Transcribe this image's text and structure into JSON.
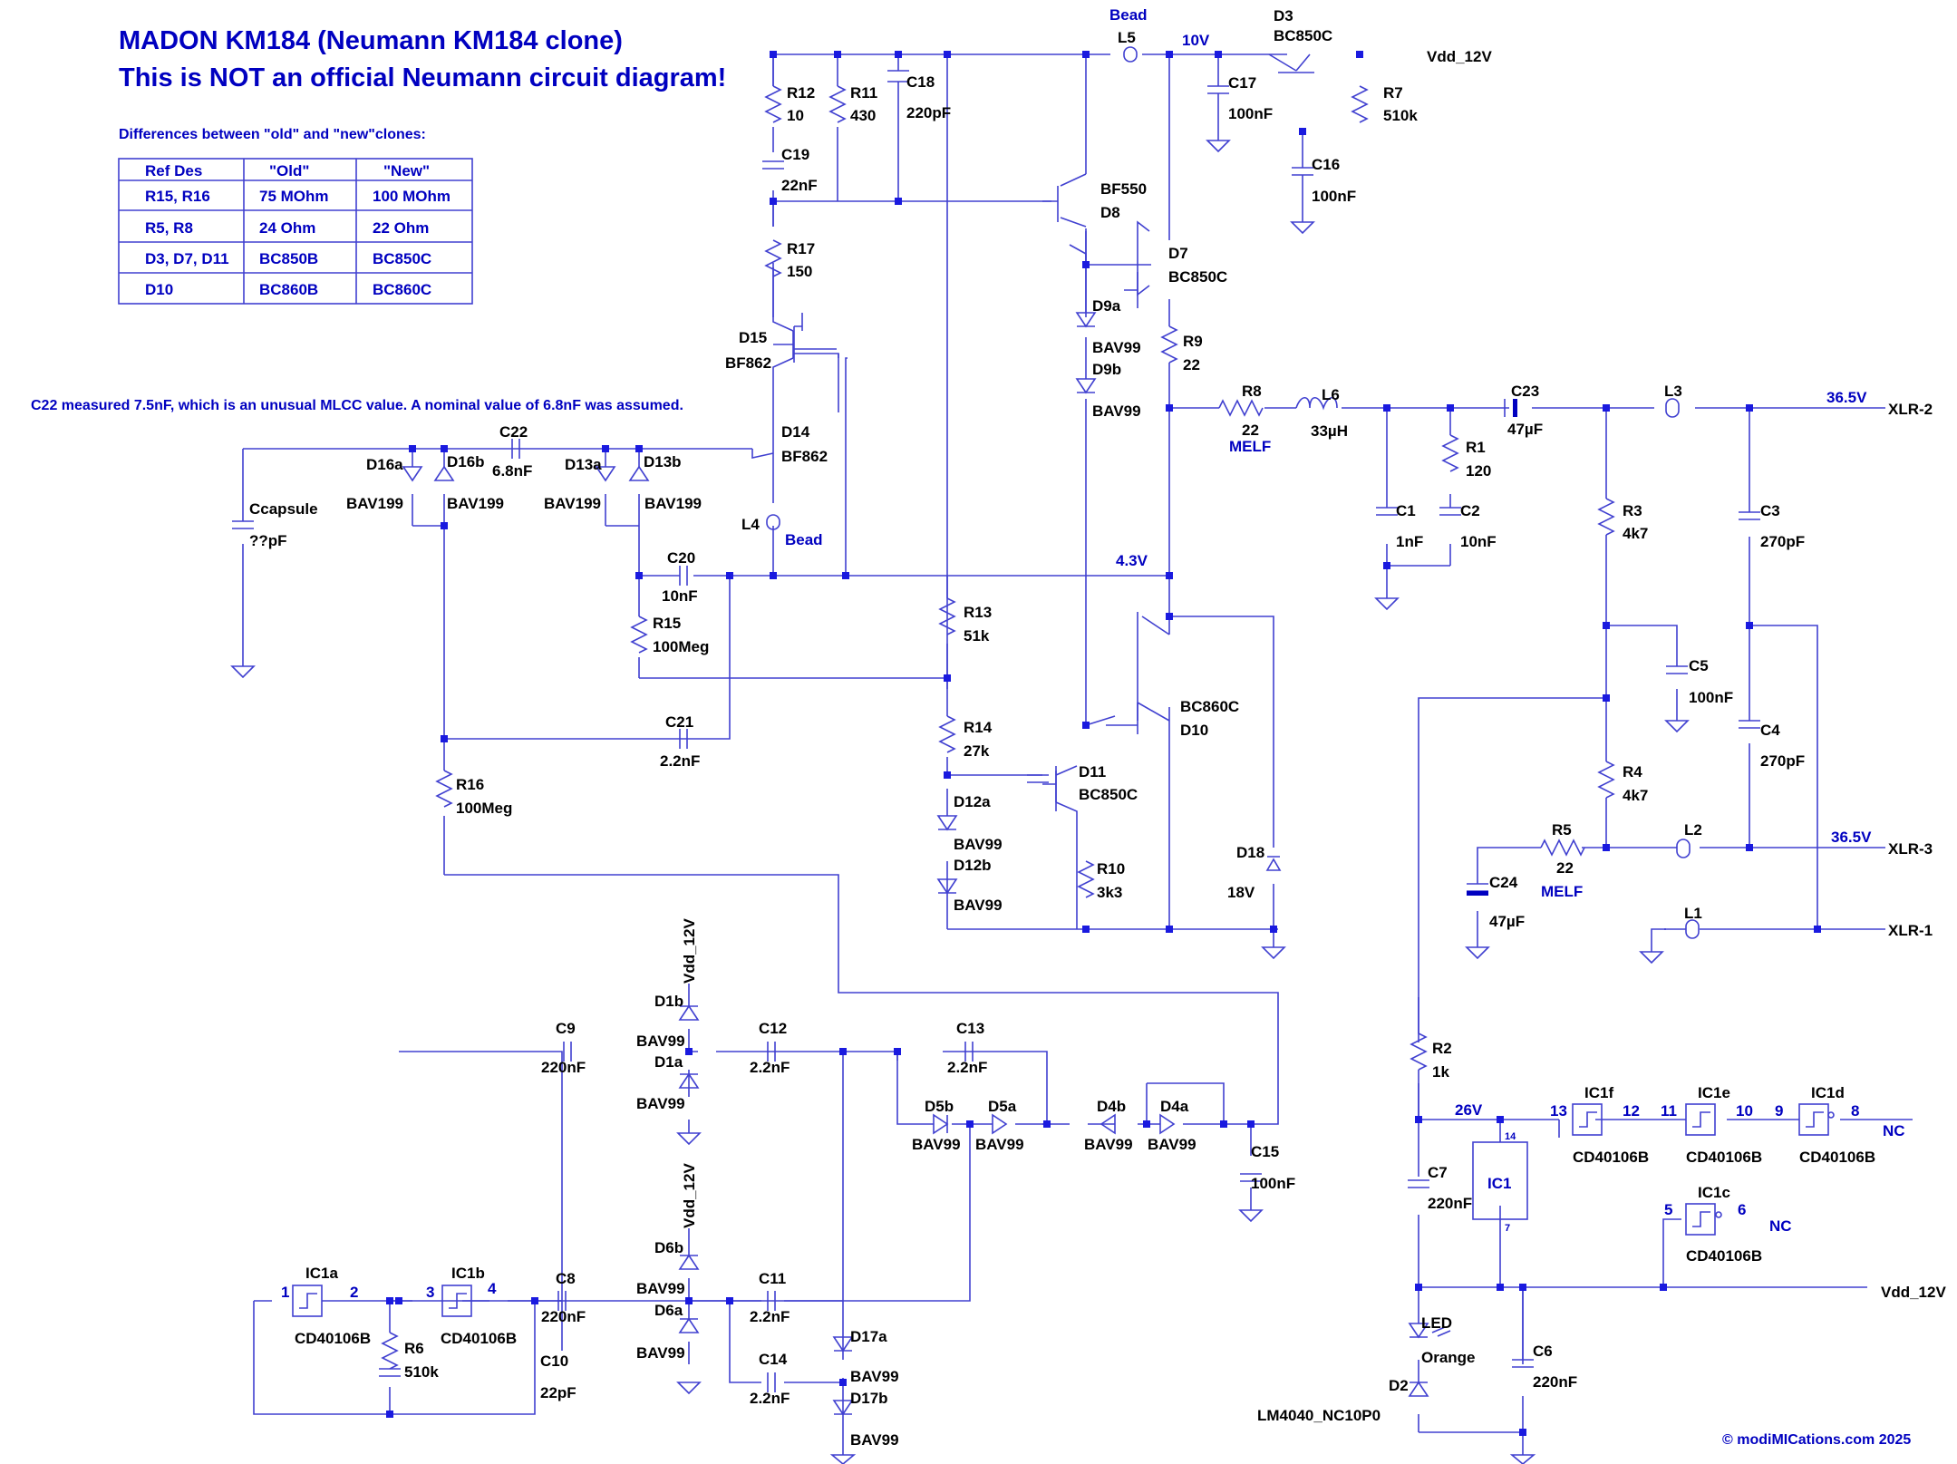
{
  "title": {
    "line1": "MADON KM184 (Neumann KM184 clone)",
    "line2": "This is NOT an official Neumann circuit diagram!"
  },
  "diff_heading": "Differences between \"old\" and \"new\"clones:",
  "diff_table": {
    "headers": [
      "Ref Des",
      "\"Old\"",
      "\"New\""
    ],
    "rows": [
      [
        "R15, R16",
        "75 MOhm",
        "100 MOhm"
      ],
      [
        "R5, R8",
        "24 Ohm",
        "22 Ohm"
      ],
      [
        "D3, D7, D11",
        "BC850B",
        "BC850C"
      ],
      [
        "D10",
        "BC860B",
        "BC860C"
      ]
    ]
  },
  "c22_note": "C22 measured 7.5nF, which is an unusual MLCC value. A nominal value of 6.8nF was assumed.",
  "copyright": "© modiMICations.com 2025",
  "colors": {
    "wire": "#4040d0",
    "node": "#1a1adf",
    "label_blue": "#0000c0",
    "text": "#000000"
  },
  "net_labels": {
    "bead_top": "Bead",
    "v10": "10V",
    "vdd_top": "Vdd_12V",
    "v43": "4.3V",
    "v365a": "36.5V",
    "v365b": "36.5V",
    "xlr2": "XLR-2",
    "xlr3": "XLR-3",
    "xlr1": "XLR-1",
    "bead_l4": "Bead",
    "melf_r8": "MELF",
    "melf_r5": "MELF",
    "v26": "26V",
    "vdd_bottom": "Vdd_12V",
    "vdd_d1": "Vdd_12V",
    "vdd_d6": "Vdd_12V",
    "nc1": "NC",
    "nc2": "NC"
  },
  "components": [
    {
      "ref": "R12",
      "value": "10"
    },
    {
      "ref": "R11",
      "value": "430"
    },
    {
      "ref": "C18",
      "value": "220pF"
    },
    {
      "ref": "C19",
      "value": "22nF"
    },
    {
      "ref": "R17",
      "value": "150"
    },
    {
      "ref": "L5",
      "value": ""
    },
    {
      "ref": "D3",
      "value": "BC850C"
    },
    {
      "ref": "C17",
      "value": "100nF"
    },
    {
      "ref": "R7",
      "value": "510k"
    },
    {
      "ref": "C16",
      "value": "100nF"
    },
    {
      "ref": "BF550",
      "value": "D8"
    },
    {
      "ref": "D7",
      "value": "BC850C"
    },
    {
      "ref": "D9a",
      "value": "BAV99"
    },
    {
      "ref": "D9b",
      "value": "BAV99"
    },
    {
      "ref": "R9",
      "value": "22"
    },
    {
      "ref": "R8",
      "value": "22"
    },
    {
      "ref": "L6",
      "value": "33µH"
    },
    {
      "ref": "C23",
      "value": "47µF"
    },
    {
      "ref": "L3",
      "value": ""
    },
    {
      "ref": "R1",
      "value": "120"
    },
    {
      "ref": "C1",
      "value": "1nF"
    },
    {
      "ref": "C2",
      "value": "10nF"
    },
    {
      "ref": "R3",
      "value": "4k7"
    },
    {
      "ref": "C3",
      "value": "270pF"
    },
    {
      "ref": "C5",
      "value": "100nF"
    },
    {
      "ref": "C4",
      "value": "270pF"
    },
    {
      "ref": "R4",
      "value": "4k7"
    },
    {
      "ref": "R5",
      "value": "22"
    },
    {
      "ref": "L2",
      "value": ""
    },
    {
      "ref": "C24",
      "value": "47µF"
    },
    {
      "ref": "L1",
      "value": ""
    },
    {
      "ref": "D15",
      "value": "BF862"
    },
    {
      "ref": "D14",
      "value": "BF862"
    },
    {
      "ref": "C22",
      "value": "6.8nF"
    },
    {
      "ref": "D16a",
      "value": "BAV199"
    },
    {
      "ref": "D16b",
      "value": "BAV199"
    },
    {
      "ref": "D13a",
      "value": "BAV199"
    },
    {
      "ref": "D13b",
      "value": "BAV199"
    },
    {
      "ref": "Ccapsule",
      "value": "??pF"
    },
    {
      "ref": "L4",
      "value": ""
    },
    {
      "ref": "C20",
      "value": "10nF"
    },
    {
      "ref": "R15",
      "value": "100Meg"
    },
    {
      "ref": "R13",
      "value": "51k"
    },
    {
      "ref": "C21",
      "value": "2.2nF"
    },
    {
      "ref": "R14",
      "value": "27k"
    },
    {
      "ref": "R16",
      "value": "100Meg"
    },
    {
      "ref": "BC860C",
      "value": "D10"
    },
    {
      "ref": "D11",
      "value": "BC850C"
    },
    {
      "ref": "D12a",
      "value": "BAV99"
    },
    {
      "ref": "D12b",
      "value": "BAV99"
    },
    {
      "ref": "R10",
      "value": "3k3"
    },
    {
      "ref": "D18",
      "value": "18V"
    },
    {
      "ref": "D1b",
      "value": "BAV99"
    },
    {
      "ref": "D1a",
      "value": "BAV99"
    },
    {
      "ref": "C9",
      "value": "220nF"
    },
    {
      "ref": "C12",
      "value": "2.2nF"
    },
    {
      "ref": "C13",
      "value": "2.2nF"
    },
    {
      "ref": "D5b",
      "value": "BAV99"
    },
    {
      "ref": "D5a",
      "value": "BAV99"
    },
    {
      "ref": "D4b",
      "value": "BAV99"
    },
    {
      "ref": "D4a",
      "value": "BAV99"
    },
    {
      "ref": "C15",
      "value": "100nF"
    },
    {
      "ref": "D6b",
      "value": "BAV99"
    },
    {
      "ref": "D6a",
      "value": "BAV99"
    },
    {
      "ref": "C8",
      "value": "220nF"
    },
    {
      "ref": "C11",
      "value": "2.2nF"
    },
    {
      "ref": "C14",
      "value": "2.2nF"
    },
    {
      "ref": "D17a",
      "value": "BAV99"
    },
    {
      "ref": "D17b",
      "value": "BAV99"
    },
    {
      "ref": "IC1a",
      "value": "CD40106B"
    },
    {
      "ref": "IC1b",
      "value": "CD40106B"
    },
    {
      "ref": "R6",
      "value": "510k"
    },
    {
      "ref": "C10",
      "value": "22pF"
    },
    {
      "ref": "R2",
      "value": "1k"
    },
    {
      "ref": "C7",
      "value": "220nF"
    },
    {
      "ref": "IC1",
      "value": ""
    },
    {
      "ref": "IC1f",
      "value": "CD40106B"
    },
    {
      "ref": "IC1e",
      "value": "CD40106B"
    },
    {
      "ref": "IC1d",
      "value": "CD40106B"
    },
    {
      "ref": "IC1c",
      "value": "CD40106B"
    },
    {
      "ref": "LED",
      "value": "Orange"
    },
    {
      "ref": "D2",
      "value": "LM4040_NC10P0"
    },
    {
      "ref": "C6",
      "value": "220nF"
    }
  ],
  "pins": {
    "ic1a_in": "1",
    "ic1a_out": "2",
    "ic1b_in": "3",
    "ic1b_out": "4",
    "ic1f_in": "13",
    "ic1f_out": "12",
    "ic1e_in": "11",
    "ic1e_out": "10",
    "ic1d_in": "9",
    "ic1d_out": "8",
    "ic1c_in": "5",
    "ic1c_out": "6",
    "ic1_vdd": "14",
    "ic1_vss": "7"
  }
}
